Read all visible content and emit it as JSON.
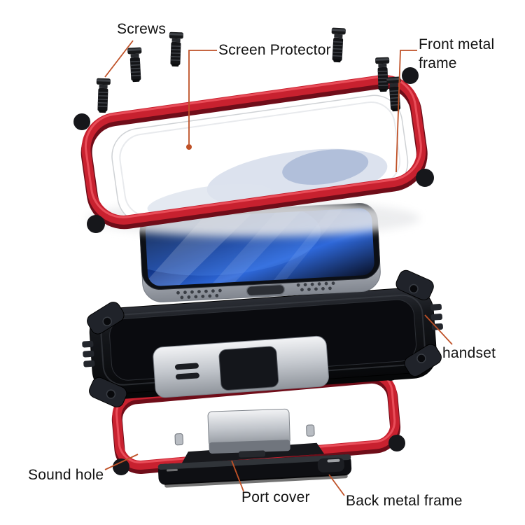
{
  "figure": {
    "type": "exploded-product-diagram",
    "callouts": [
      {
        "id": "screws",
        "label": "Screws"
      },
      {
        "id": "screen-protector",
        "label": "Screen Protector"
      },
      {
        "id": "front-metal-frame",
        "label": "Front metal frame"
      },
      {
        "id": "handset",
        "label": "handset"
      },
      {
        "id": "sound-hole",
        "label": "Sound hole"
      },
      {
        "id": "port-cover",
        "label": "Port cover"
      },
      {
        "id": "back-metal-frame",
        "label": "Back metal frame"
      }
    ],
    "colors": {
      "background": "#ffffff",
      "frame_red": "#c8212f",
      "leader_line": "#bf5127",
      "label_text": "#121212",
      "case_black": "#121317",
      "screen_blue": "#2e68da",
      "metal_silver": "#c6cad1"
    }
  }
}
